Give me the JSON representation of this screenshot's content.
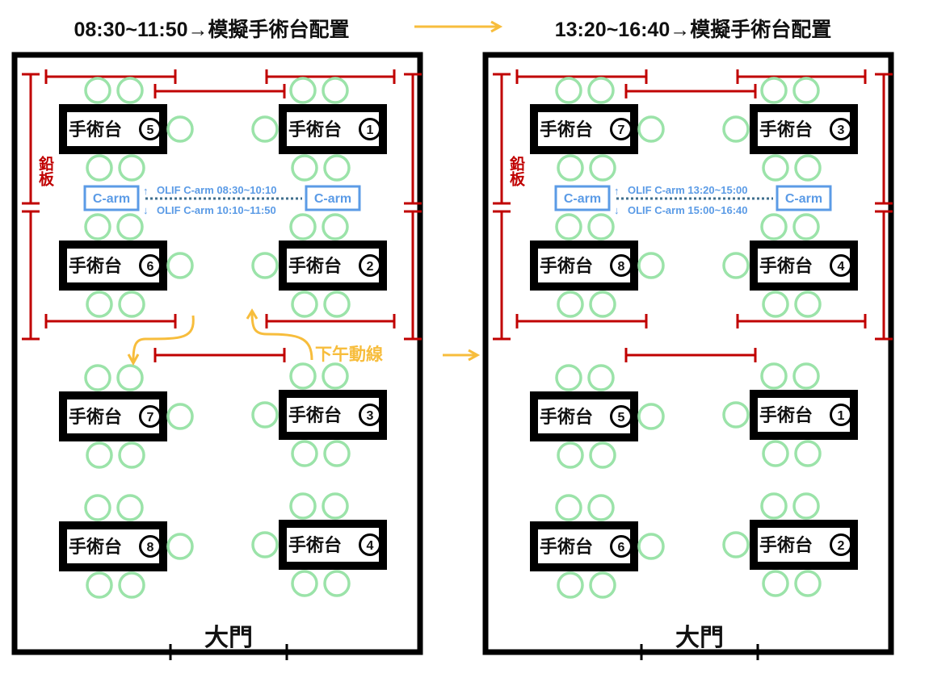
{
  "colors": {
    "wall": "#000000",
    "lead_shield": "#c00000",
    "seat": "#9be3a9",
    "carm": "#5b9be6",
    "carm_divider": "#3f6e8c",
    "flow_arrow": "#f7bd3c"
  },
  "transition_arrow_icon": "arrow-right-icon",
  "panels": [
    {
      "id": "morning",
      "title": "08:30~11:50→模擬手術台配置",
      "lead_label": "鉛板",
      "door_label": "大門",
      "table_prefix": "手術台",
      "tables": [
        {
          "slot": "top-left",
          "number": "5"
        },
        {
          "slot": "top-right",
          "number": "1"
        },
        {
          "slot": "mid-left",
          "number": "6"
        },
        {
          "slot": "mid-right",
          "number": "2"
        },
        {
          "slot": "lower-left",
          "number": "7"
        },
        {
          "slot": "lower-right",
          "number": "3"
        },
        {
          "slot": "bottom-left",
          "number": "8"
        },
        {
          "slot": "bottom-right",
          "number": "4"
        }
      ],
      "carm": {
        "left_label": "C-arm",
        "right_label": "C-arm",
        "up_arrow": "↑",
        "down_arrow": "↓",
        "upper_schedule": "OLIF C-arm 08:30~10:10",
        "lower_schedule": "OLIF C-arm 10:10~11:50"
      },
      "afternoon_route_label": "下午動線"
    },
    {
      "id": "afternoon",
      "title": "13:20~16:40→模擬手術台配置",
      "lead_label": "鉛板",
      "door_label": "大門",
      "table_prefix": "手術台",
      "tables": [
        {
          "slot": "top-left",
          "number": "7"
        },
        {
          "slot": "top-right",
          "number": "3"
        },
        {
          "slot": "mid-left",
          "number": "8"
        },
        {
          "slot": "mid-right",
          "number": "4"
        },
        {
          "slot": "lower-left",
          "number": "5"
        },
        {
          "slot": "lower-right",
          "number": "1"
        },
        {
          "slot": "bottom-left",
          "number": "6"
        },
        {
          "slot": "bottom-right",
          "number": "2"
        }
      ],
      "carm": {
        "left_label": "C-arm",
        "right_label": "C-arm",
        "up_arrow": "↑",
        "down_arrow": "↓",
        "upper_schedule": "OLIF C-arm 13:20~15:00",
        "lower_schedule": "OLIF C-arm 15:00~16:40"
      }
    }
  ]
}
